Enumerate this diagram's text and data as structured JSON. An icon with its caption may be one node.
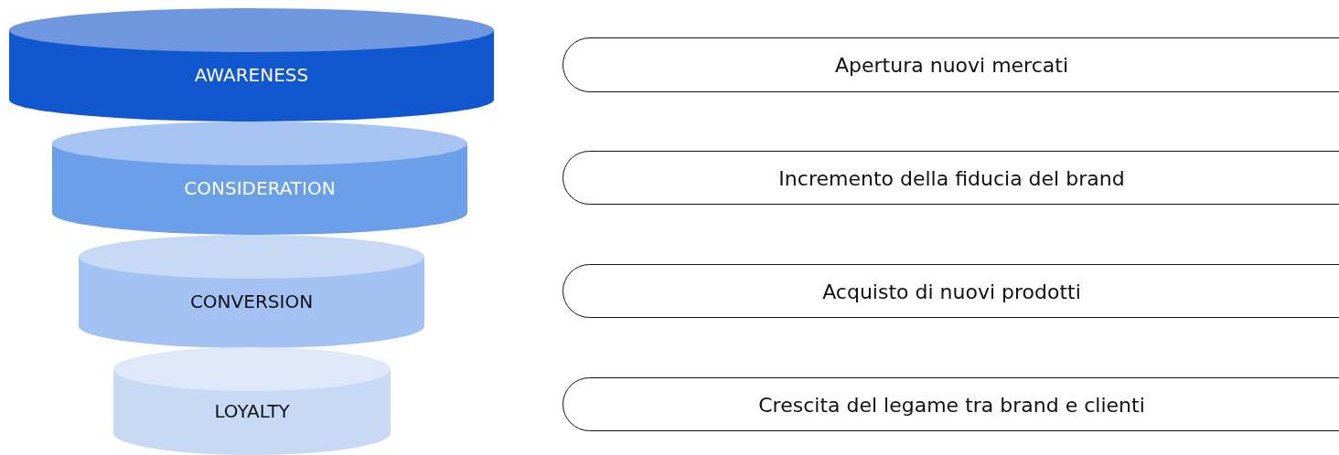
{
  "diagram": {
    "nodes": [
      {
        "text": [
          "AWARENESS"
        ]
      },
      {
        "text": [
          "Apertura nuovi mercati"
        ]
      },
      {
        "text": [
          "CONSIDERATION"
        ]
      },
      {
        "text": [
          "Incremento della fiducia del brand"
        ]
      },
      {
        "text": [
          "CONVERSION"
        ]
      },
      {
        "text": [
          "Acquisto di nuovi prodotti"
        ]
      },
      {
        "text": [
          "LOYALTY"
        ]
      },
      {
        "text": [
          "Crescita del legame tra brand e clienti"
        ]
      }
    ]
  }
}
